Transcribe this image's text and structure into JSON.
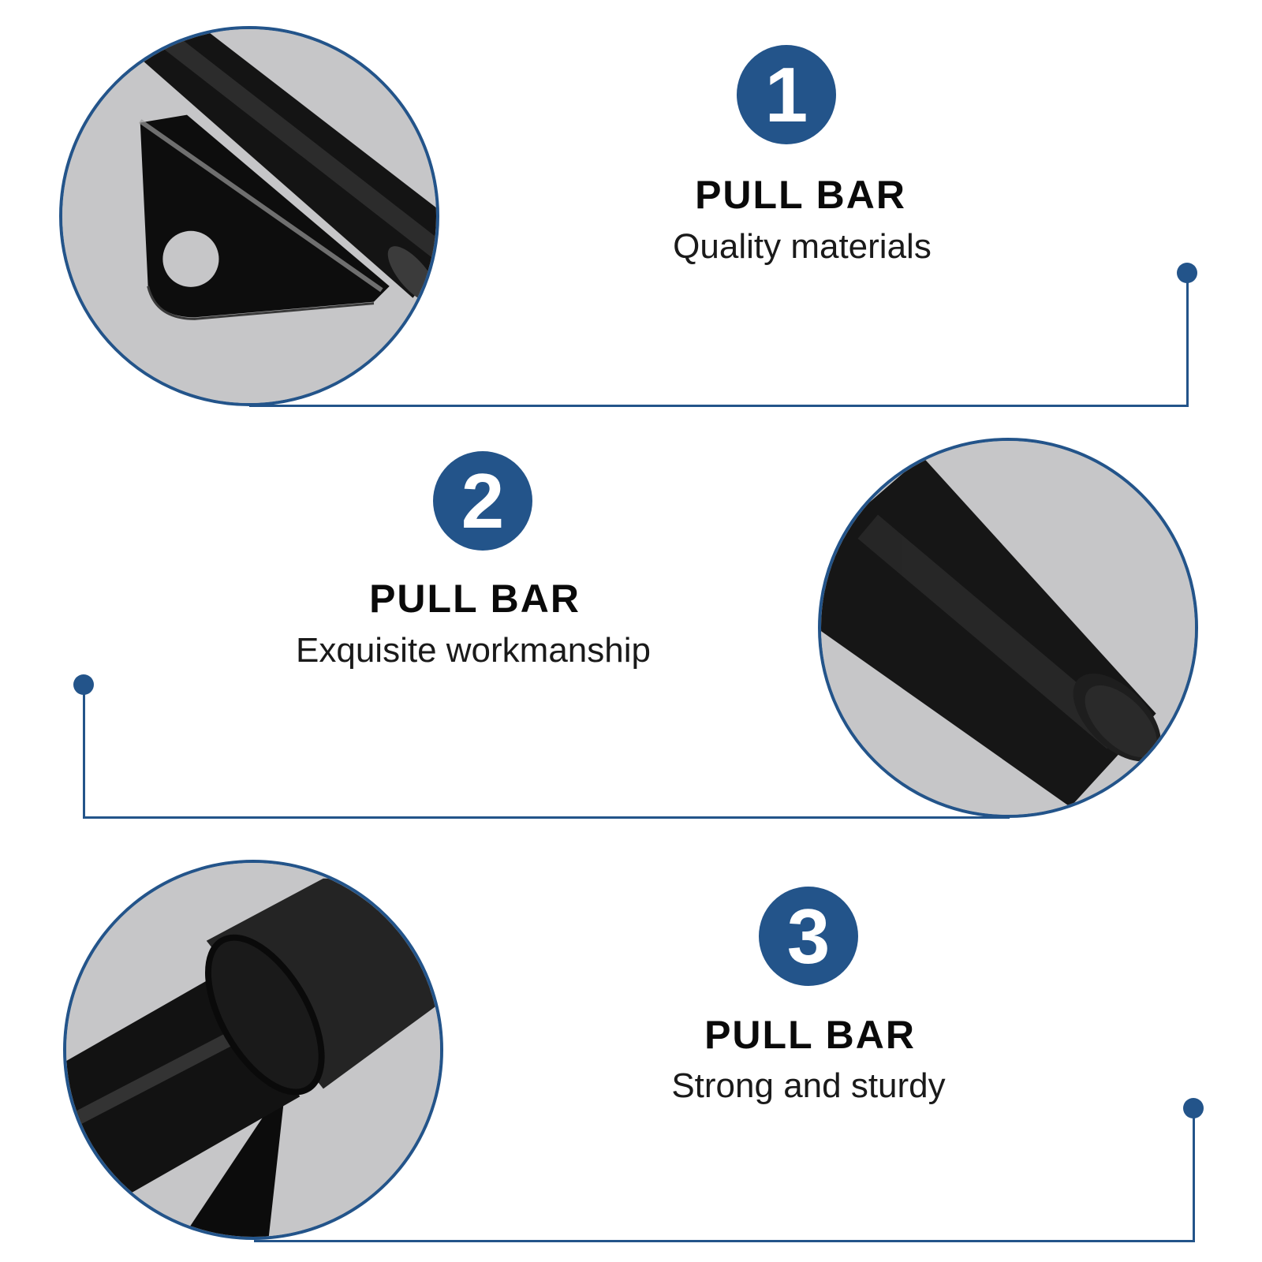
{
  "colors": {
    "accent": "#23548a",
    "title": "#0a0a0a",
    "subtitle": "#1a1a1a",
    "photo_bg": "#c3c3c5"
  },
  "features": [
    {
      "number": "1",
      "title": "PULL BAR",
      "subtitle": "Quality materials",
      "photo": "bar-bracket-weld-closeup"
    },
    {
      "number": "2",
      "title": "PULL BAR",
      "subtitle": "Exquisite workmanship",
      "photo": "bar-end-cap-closeup"
    },
    {
      "number": "3",
      "title": "PULL BAR",
      "subtitle": "Strong and sturdy",
      "photo": "bar-foam-grip-closeup"
    }
  ]
}
